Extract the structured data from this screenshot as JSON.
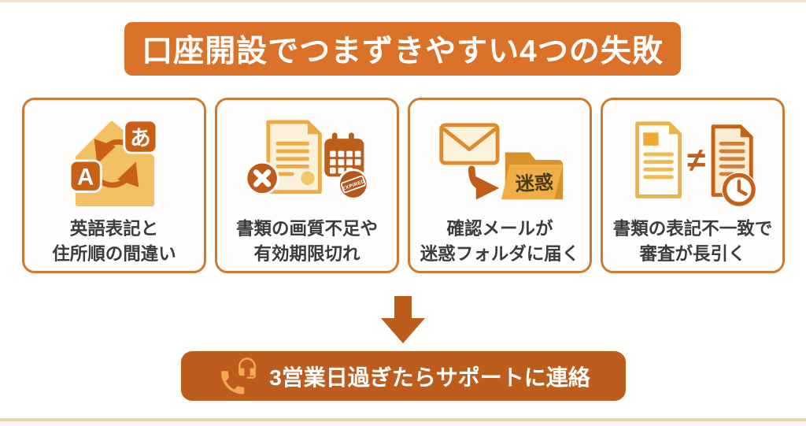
{
  "colors": {
    "title_banner": "#DB7229",
    "footer_banner": "#BC5C1D",
    "card_border": "#CE7B2F",
    "dark_icon_orange": "#C05E1A",
    "amber": "#F2C164",
    "cream": "#FBF0D9",
    "text": "#3C3C3C",
    "top_strip": "#F3E2CC",
    "bottom_strip": "#E9D5B6"
  },
  "title": "口座開設でつまずきやすい4つの失敗",
  "cards": [
    {
      "icon": "translate-address-house-icon",
      "icon_glyphs": {
        "latin": "A",
        "kana": "あ"
      },
      "line1": "英語表記と",
      "line2": "住所順の間違い"
    },
    {
      "icon": "document-error-expired-calendar-icon",
      "stamp_text": "EXPIRED",
      "line1": "書類の画質不足や",
      "line2": "有効期限切れ"
    },
    {
      "icon": "mail-to-spam-folder-icon",
      "folder_label": "迷惑",
      "line1": "確認メールが",
      "line2": "迷惑フォルダに届く"
    },
    {
      "icon": "document-mismatch-clock-icon",
      "mismatch_symbol": "≠",
      "line1": "書類の表記不一致で",
      "line2": "審査が長引く"
    }
  ],
  "arrow": {
    "icon": "down-arrow",
    "color": "#BC5C1D"
  },
  "footer": {
    "icon": "phone-headset-icon",
    "label": "3営業日過ぎたらサポートに連絡"
  }
}
